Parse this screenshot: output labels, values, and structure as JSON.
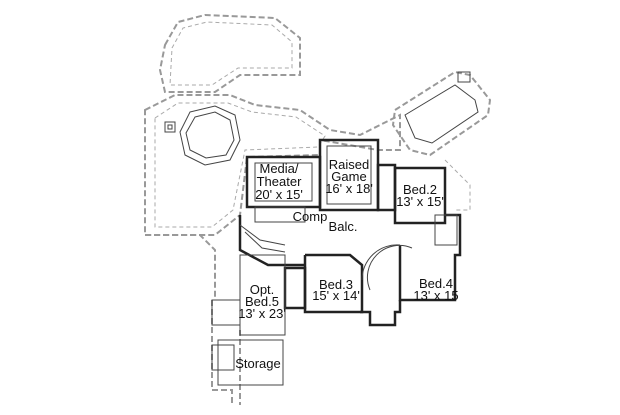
{
  "rooms": {
    "media": {
      "line1": "Media/",
      "line2": "Theater",
      "size": "20' x 15'"
    },
    "game": {
      "line1": "Raised",
      "line2": "Game",
      "size": "16' x 18'"
    },
    "bed2": {
      "name": "Bed.2",
      "size": "13' x 15'"
    },
    "comp": {
      "name": "Comp"
    },
    "balc": {
      "name": "Balc."
    },
    "bed3": {
      "name": "Bed.3",
      "size": "15' x 14'"
    },
    "bed4": {
      "name": "Bed.4",
      "size": "13' x 15"
    },
    "bed5": {
      "line1": "Opt.",
      "line2": "Bed.5",
      "size": "13' x 23'"
    },
    "storage": {
      "name": "Storage"
    }
  }
}
